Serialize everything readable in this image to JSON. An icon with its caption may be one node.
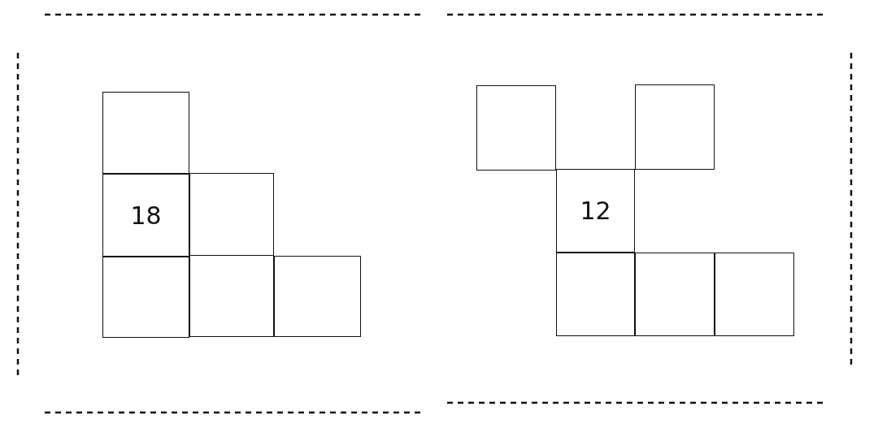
{
  "diagram": {
    "nodes": [
      {
        "text": [],
        "shape": "box"
      },
      {
        "text": [
          "18"
        ]
      },
      {
        "text": [],
        "shape": "box"
      },
      {
        "text": [],
        "shape": "box"
      },
      {
        "text": [],
        "shape": "box"
      },
      {
        "text": [],
        "shape": "box"
      },
      {
        "text": [],
        "shape": "box"
      },
      {
        "text": [],
        "shape": "box"
      },
      {
        "text": [
          "12"
        ]
      },
      {
        "text": [],
        "shape": "box"
      },
      {
        "text": [],
        "shape": "box"
      },
      {
        "text": [],
        "shape": "box"
      }
    ]
  }
}
